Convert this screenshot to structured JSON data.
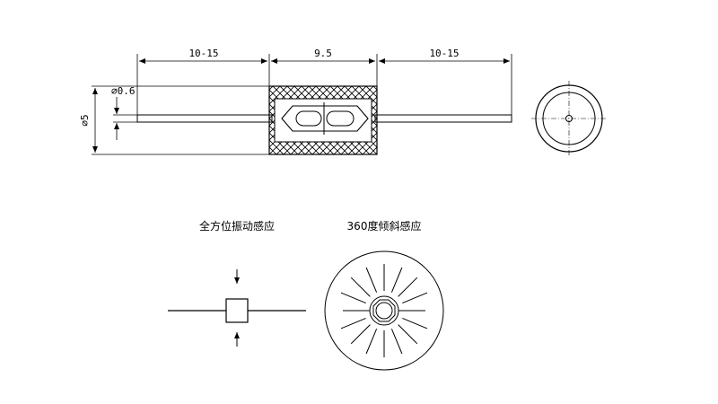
{
  "dimensions": {
    "left_lead": "10-15",
    "body_length": "9.5",
    "right_lead": "10-15",
    "lead_diameter": "⌀0.6",
    "body_diameter": "⌀5"
  },
  "captions": {
    "vibration": "全方位振动感应",
    "tilt": "360度倾斜感应"
  }
}
